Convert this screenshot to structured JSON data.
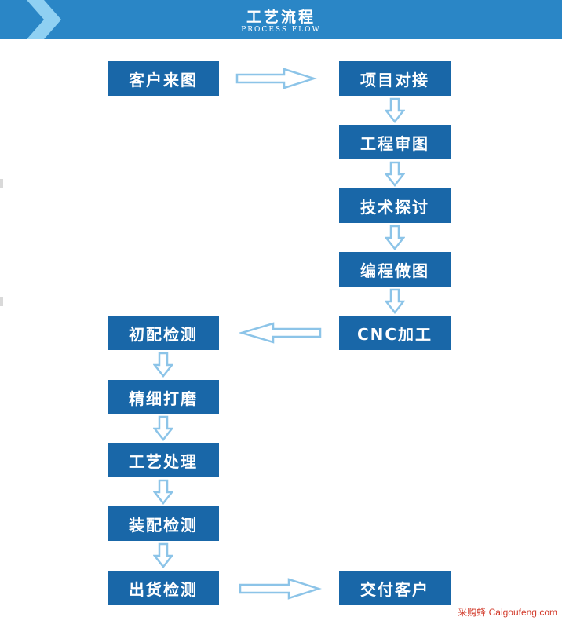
{
  "header": {
    "title": "工艺流程",
    "subtitle": "PROCESS FLOW"
  },
  "steps": {
    "client_drawing": "客户来图",
    "project_docking": "项目对接",
    "drawing_review": "工程审图",
    "tech_discussion": "技术探讨",
    "programming": "编程做图",
    "cnc": "CNC加工",
    "initial_inspection": "初配检测",
    "fine_polishing": "精细打磨",
    "process_treatment": "工艺处理",
    "assembly_inspection": "装配检测",
    "shipping_inspection": "出货检测",
    "delivery": "交付客户"
  },
  "watermark": "采购蜂 Caigoufeng.com",
  "colors": {
    "header": "#2a86c6",
    "box": "#1967a8",
    "arrow_stroke": "#8cc4e8"
  }
}
